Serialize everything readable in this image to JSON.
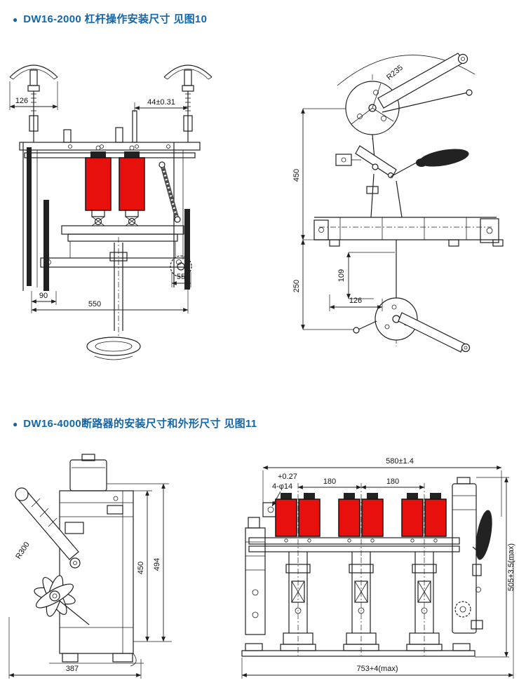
{
  "colors": {
    "accent": "#1266a9",
    "red": "#e8100c",
    "line": "#1f1f1f"
  },
  "sections": {
    "fig10": {
      "bullet": "●",
      "title": "DW16-2000 杠杆操作安装尺寸 见图10"
    },
    "fig11": {
      "bullet": "●",
      "title": "DW16-4000断路器的安装尺寸和外形尺寸 见图11"
    }
  },
  "fig10_front": {
    "d126": "126",
    "d44": "44±0.31",
    "d55": "55",
    "d90": "90",
    "d550": "550"
  },
  "fig10_side": {
    "r235": "R235",
    "d450": "450",
    "d250": "250",
    "d109": "109",
    "d126": "126"
  },
  "fig11_side": {
    "r300": "R300",
    "d450": "450",
    "d494": "494",
    "d387": "387"
  },
  "fig11_front": {
    "d580": "580±1.4",
    "tol": "+0.27",
    "holes": "4-φ14",
    "d180a": "180",
    "d180b": "180",
    "d505": "505+3.5(max)",
    "d753": "753+4(max)"
  }
}
